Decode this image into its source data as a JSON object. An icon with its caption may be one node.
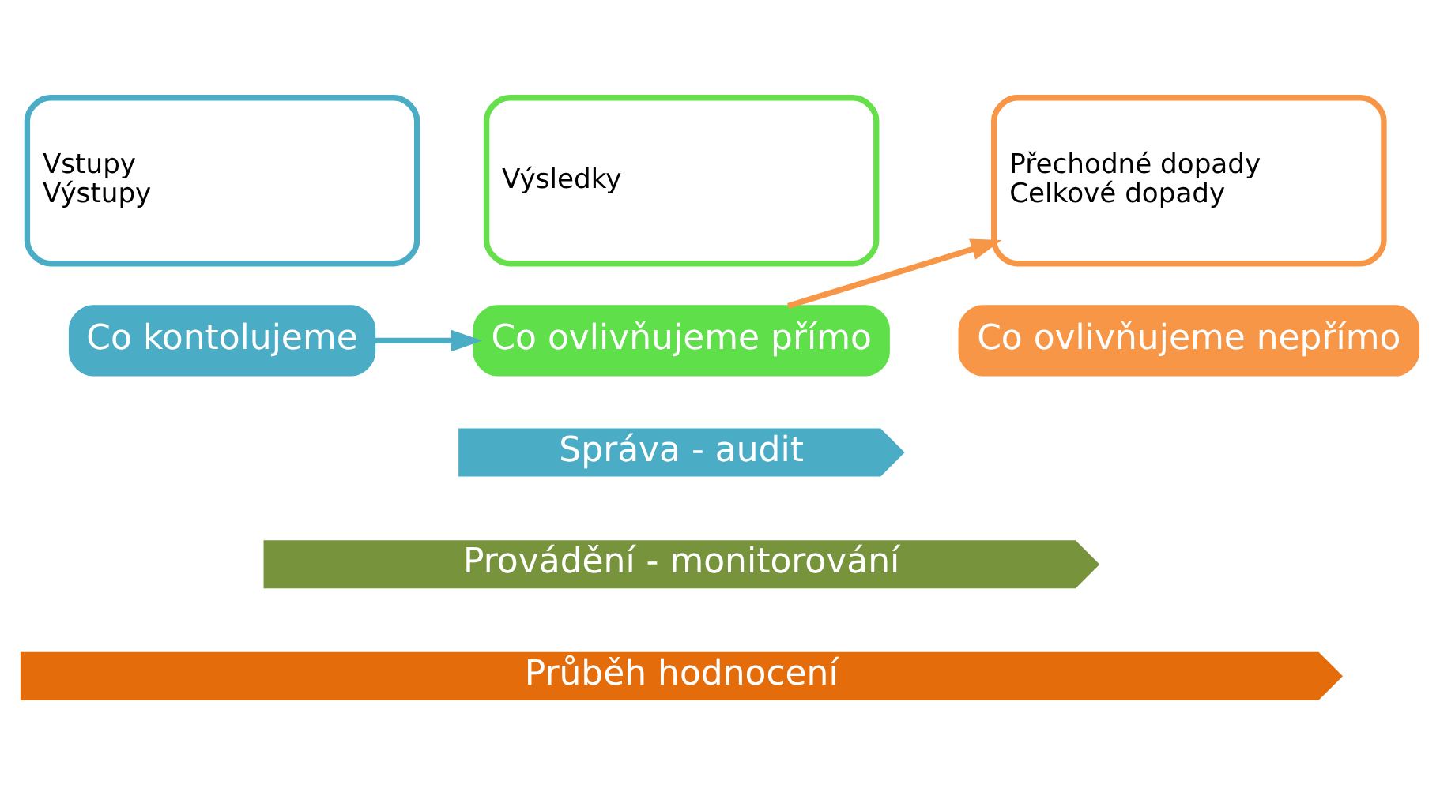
{
  "diagram": {
    "nodes": [
      {
        "text": [
          "Vstupy",
          "Výstupy"
        ]
      },
      {
        "text": [
          "Co kontolujeme"
        ]
      },
      {
        "text": [
          "Výsledky"
        ]
      },
      {
        "text": [
          "Co ovlivňujeme přímo"
        ]
      },
      {
        "text": [
          "Přechodné dopady",
          "Celkové dopady"
        ]
      },
      {
        "text": [
          "Co ovlivňujeme nepřímo"
        ]
      },
      {
        "text": [
          "Správa - audit"
        ]
      },
      {
        "text": [
          "Provádění - monitorování"
        ]
      },
      {
        "text": [
          "Průběh hodnocení"
        ]
      }
    ],
    "edges": [
      {
        "from": 1,
        "to": 3,
        "arrow": "to",
        "color": "#4bacc6"
      },
      {
        "from": 3,
        "to": 4,
        "arrow": "to",
        "color": "#f79646"
      }
    ]
  }
}
